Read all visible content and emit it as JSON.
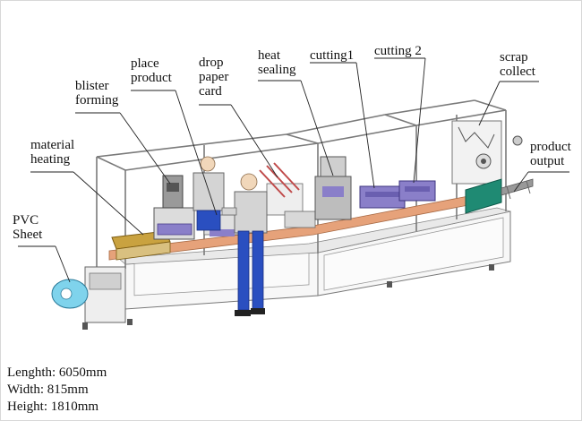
{
  "labels": {
    "pvc_sheet": "PVC\nSheet",
    "material_heating": "material\nheating",
    "blister_forming": "blister\nforming",
    "place_product": "place\nproduct",
    "drop_paper_card": "drop\npaper\ncard",
    "heat_sealing": "heat\nsealing",
    "cutting1": "cutting1",
    "cutting2": "cutting 2",
    "scrap_collect": "scrap\ncollect",
    "product_output": "product\noutput"
  },
  "specs": {
    "length": "Lenghth: 6050mm",
    "width": "Width: 815mm",
    "height": "Height: 1810mm"
  },
  "colors": {
    "frame": "#7a7a7a",
    "panel": "#f4f4f4",
    "conveyor": "#e6a27a",
    "purple": "#8a7fc9",
    "gold": "#c9a240",
    "blue": "#2a4fc0",
    "roll": "#7fd3ec"
  }
}
